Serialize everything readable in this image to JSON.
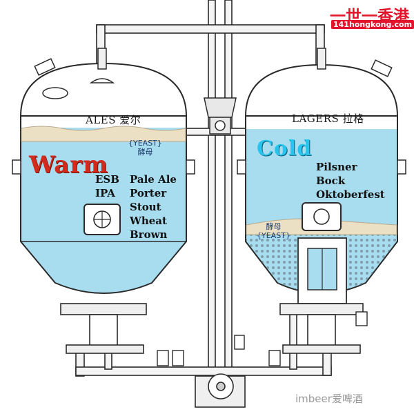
{
  "watermark": {
    "brand": "一世一香港",
    "url": "141hongkong.com",
    "bottom": "imbeer爱啤酒"
  },
  "ales_tank": {
    "title": "ALES 爱尔",
    "yeast_label": "{YEAST}",
    "yeast_chinese": "酵母",
    "temperature": "Warm",
    "beers_left": [
      "ESB",
      "IPA"
    ],
    "beers_right": [
      "Pale Ale",
      "Porter",
      "Stout",
      "Wheat",
      "Brown"
    ]
  },
  "lagers_tank": {
    "title": "LAGERS 拉格",
    "yeast_label": "{YEAST}",
    "yeast_chinese": "酵母",
    "temperature": "Cold",
    "beers": [
      "Pilsner",
      "Bock",
      "Oktoberfest"
    ]
  },
  "colors": {
    "liquid": "#a8dcef",
    "foam": "#ece0c4",
    "warm": "#d22a1c",
    "cold": "#27c4ee",
    "line": "#2a2a2a",
    "watermark": "#e4132c"
  }
}
